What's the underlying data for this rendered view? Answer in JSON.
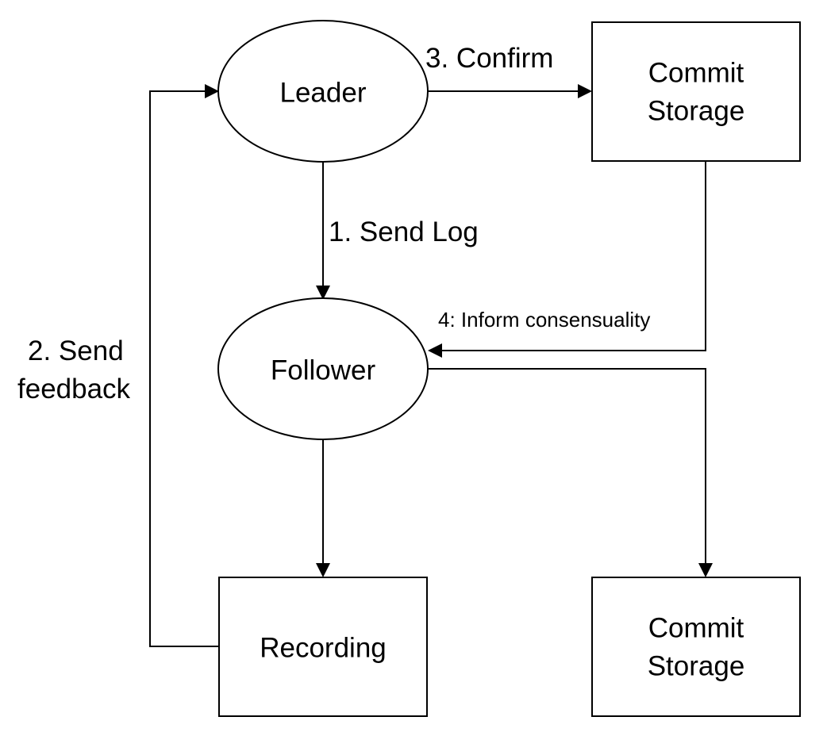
{
  "diagram": {
    "nodes": {
      "leader": {
        "label": "Leader",
        "shape": "ellipse"
      },
      "follower": {
        "label": "Follower",
        "shape": "ellipse"
      },
      "commit_storage_top": {
        "label_line1": "Commit",
        "label_line2": "Storage",
        "shape": "rectangle"
      },
      "commit_storage_bottom": {
        "label_line1": "Commit",
        "label_line2": "Storage",
        "shape": "rectangle"
      },
      "recording": {
        "label": "Recording",
        "shape": "rectangle"
      }
    },
    "edges": {
      "send_log": {
        "label": "1. Send Log",
        "from": "Leader",
        "to": "Follower"
      },
      "send_feedback": {
        "label_line1": "2. Send",
        "label_line2": "feedback",
        "from": "Recording",
        "to": "Leader"
      },
      "confirm": {
        "label": "3. Confirm",
        "from": "Leader",
        "to": "Commit Storage"
      },
      "inform": {
        "label": "4: Inform consensuality",
        "from": "Commit Storage",
        "to": "Follower"
      },
      "follower_to_storage": {
        "label": "",
        "from": "Follower",
        "to": "Commit Storage"
      },
      "follower_to_recording": {
        "label": "",
        "from": "Follower",
        "to": "Recording"
      }
    },
    "colors": {
      "stroke": "#000000",
      "fill": "#ffffff",
      "text": "#000000"
    }
  }
}
